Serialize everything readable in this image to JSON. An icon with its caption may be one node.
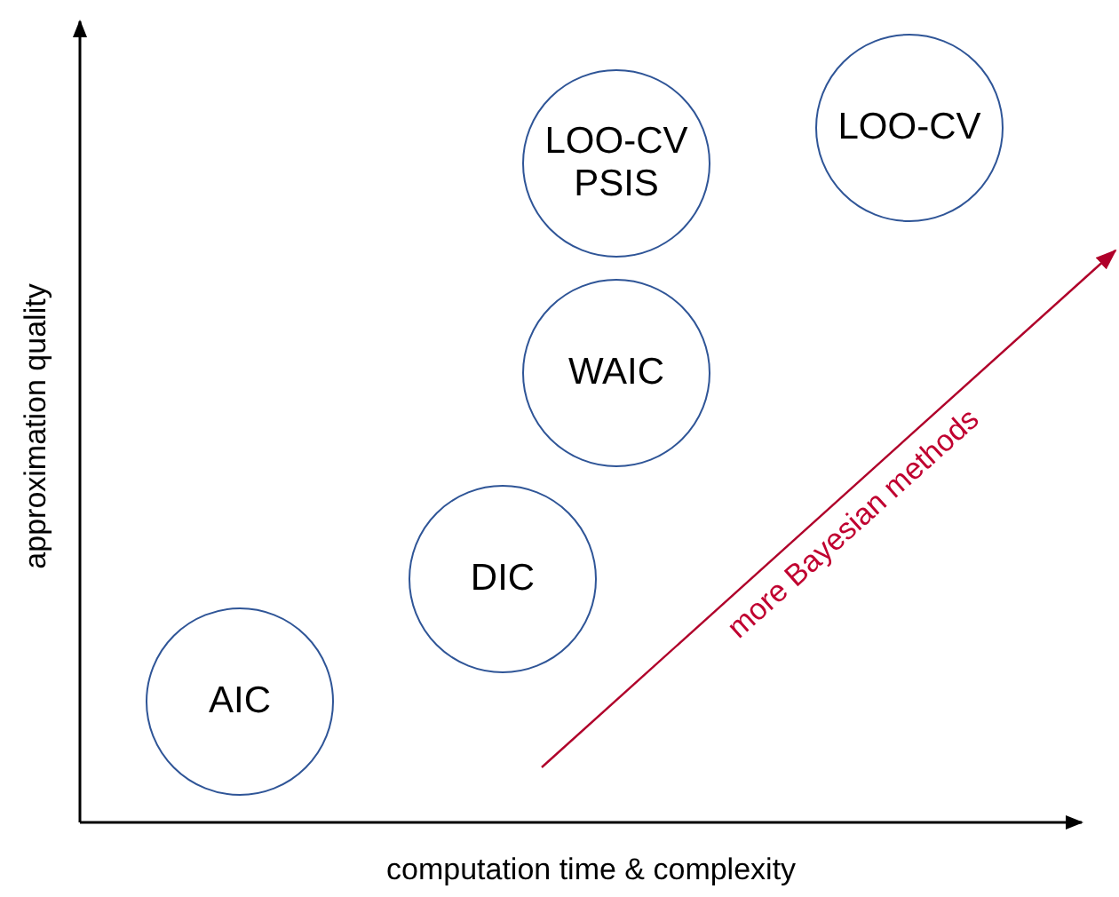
{
  "diagram": {
    "nodes": [
      {
        "text": [
          "LOO-CV PSIS"
        ]
      },
      {
        "text": [
          "LOO-CV"
        ]
      },
      {
        "text": [
          "WAIC"
        ]
      },
      {
        "text": [
          "DIC"
        ]
      },
      {
        "text": [
          "AIC"
        ]
      }
    ],
    "labels": [
      "approximation quality",
      "computation time & complexity",
      "more Bayesian methods"
    ]
  }
}
